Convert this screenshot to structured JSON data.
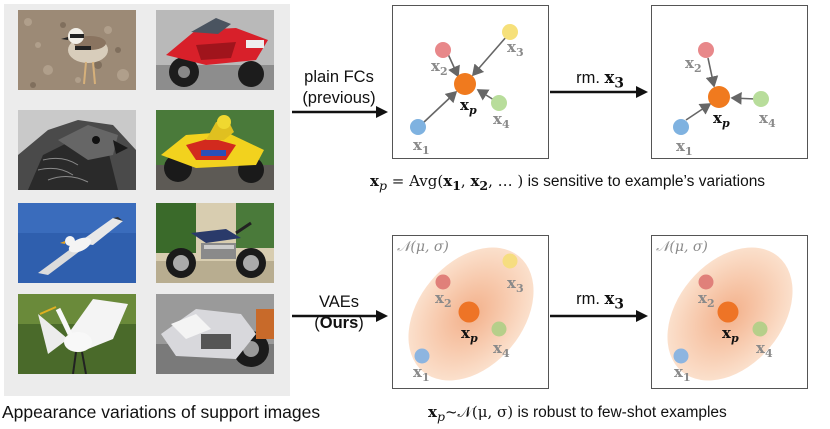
{
  "left": {
    "caption": "Appearance variations of support images",
    "images": [
      {
        "name": "bird-plover-image"
      },
      {
        "name": "red-motorcycle-image"
      },
      {
        "name": "hawk-image"
      },
      {
        "name": "yellow-motorcycle-image"
      },
      {
        "name": "gull-image"
      },
      {
        "name": "classic-motorcycle-image"
      },
      {
        "name": "egret-image"
      },
      {
        "name": "silver-motorcycle-image"
      }
    ]
  },
  "top": {
    "arrow_label_line1": "plain FCs",
    "arrow_label_line2": "(previous)",
    "mid_arrow_label": "rm. ",
    "mid_arrow_bold": "x",
    "mid_arrow_sub": "3",
    "caption_rest": " is sensitive to example’s variations",
    "caption_math": "= Avg(",
    "caption_math_end": ", … )"
  },
  "bottom": {
    "arrow_label_line1": "VAEs",
    "arrow_label_ours": "Ours",
    "mid_arrow_label": "rm. ",
    "mid_arrow_bold": "x",
    "mid_arrow_sub": "3",
    "dist_label": "𝒩(μ, σ)",
    "caption_rest": " is robust to few-shot examples",
    "caption_math": "~𝒩(μ, σ)"
  },
  "points": {
    "x1": {
      "base": "x",
      "sub": "1",
      "color": "#7fb2e0"
    },
    "x2": {
      "base": "x",
      "sub": "2",
      "color": "#e8888a"
    },
    "x3": {
      "base": "x",
      "sub": "3",
      "color": "#f6e07a"
    },
    "x4": {
      "base": "x",
      "sub": "4",
      "color": "#b8dd9b"
    },
    "xp": {
      "base": "x",
      "sub": "p",
      "color": "#f07a1e"
    }
  },
  "colors": {
    "ellipse": "#f6c7a6",
    "arrow": "#666666",
    "panel_border": "#555555"
  }
}
